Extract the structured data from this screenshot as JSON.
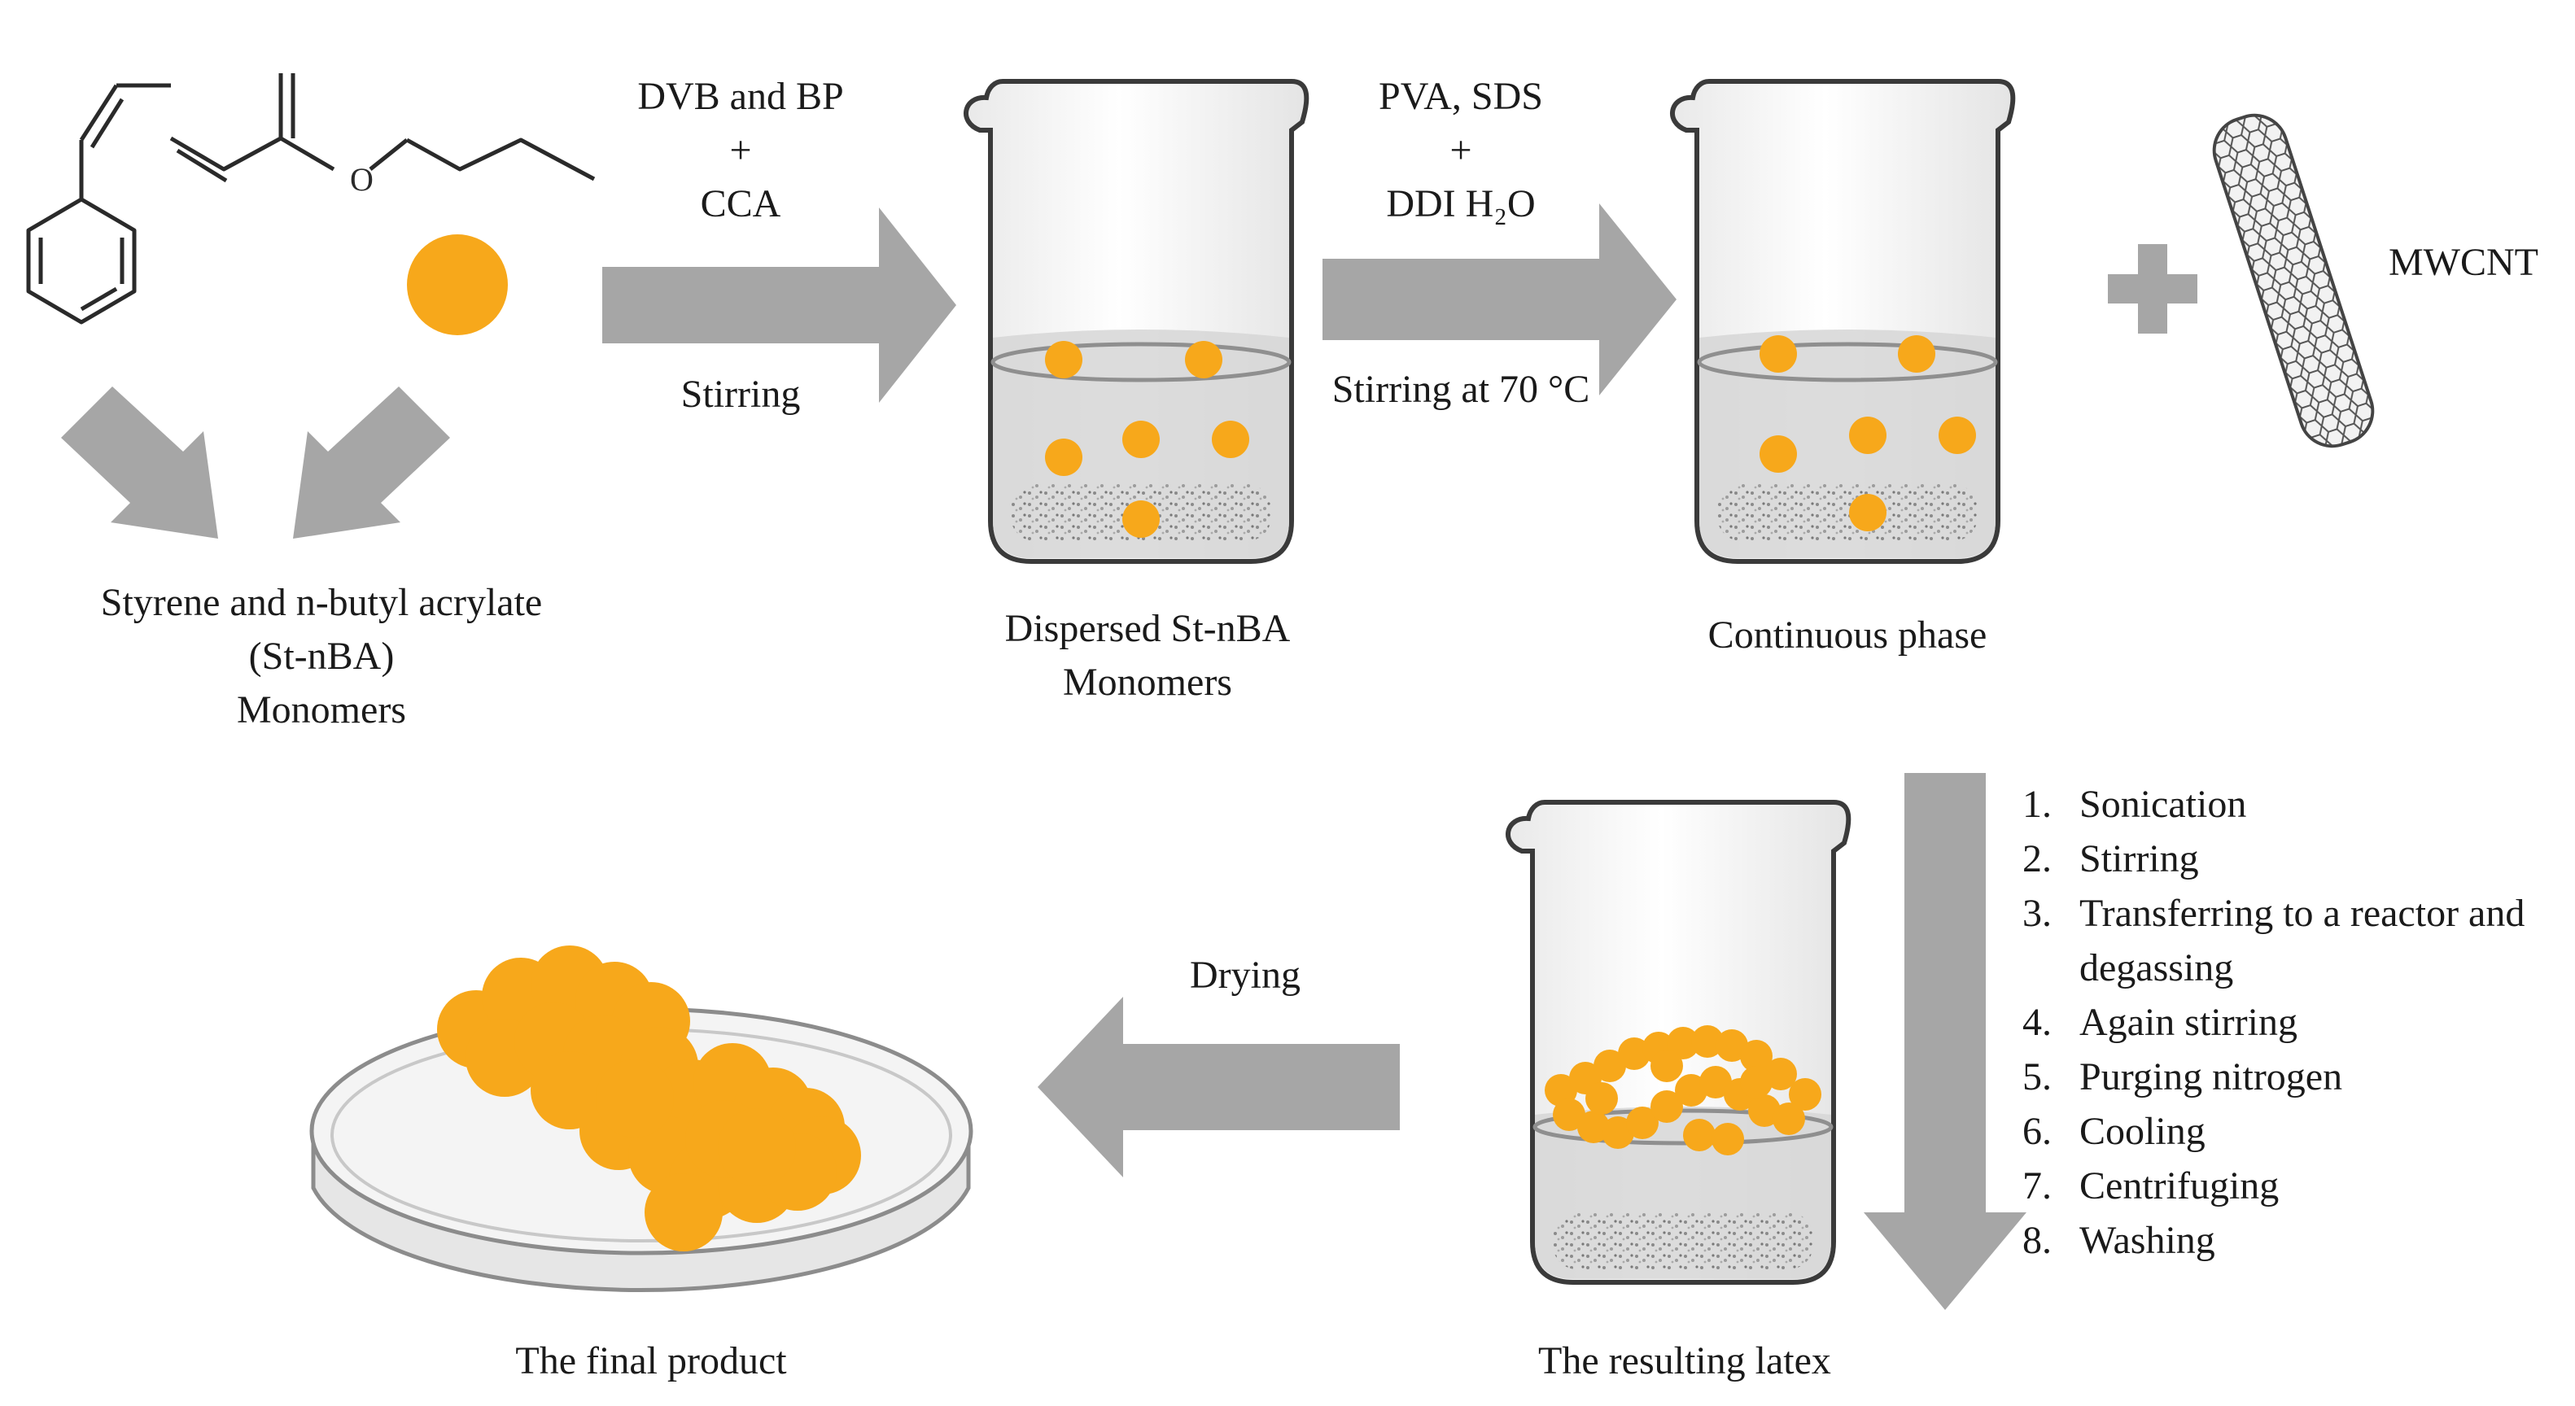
{
  "labels": {
    "monomers": [
      "Styrene and n-butyl acrylate",
      "(St-nBA)",
      "Monomers"
    ],
    "step1_reagents": [
      "DVB and BP",
      "+",
      "CCA"
    ],
    "step1_action": "Stirring",
    "dispersed": [
      "Dispersed St-nBA",
      "Monomers"
    ],
    "step2_reagents": [
      "PVA, SDS",
      "+",
      "DDI H₂O"
    ],
    "step2_action": "Stirring at 70 °C",
    "continuous_phase": "Continuous phase",
    "mwcnt": "MWCNT",
    "drying": "Drying",
    "resulting_latex": "The resulting latex",
    "final_product": "The final product"
  },
  "steps": [
    {
      "num": "1.",
      "text": "Sonication"
    },
    {
      "num": "2.",
      "text": "Stirring"
    },
    {
      "num": "3.",
      "text": "Transferring to a reactor and"
    },
    {
      "num": "",
      "text": "degassing"
    },
    {
      "num": "4.",
      "text": "Again stirring"
    },
    {
      "num": "5.",
      "text": "Purging nitrogen"
    },
    {
      "num": "6.",
      "text": "Cooling"
    },
    {
      "num": "7.",
      "text": "Centrifuging"
    },
    {
      "num": "8.",
      "text": "Washing"
    }
  ],
  "colors": {
    "droplet": "#f7a81b",
    "arrow": "#a6a6a6",
    "beaker_outline": "#3a3a3a",
    "liquid": "#d6d6d6"
  }
}
